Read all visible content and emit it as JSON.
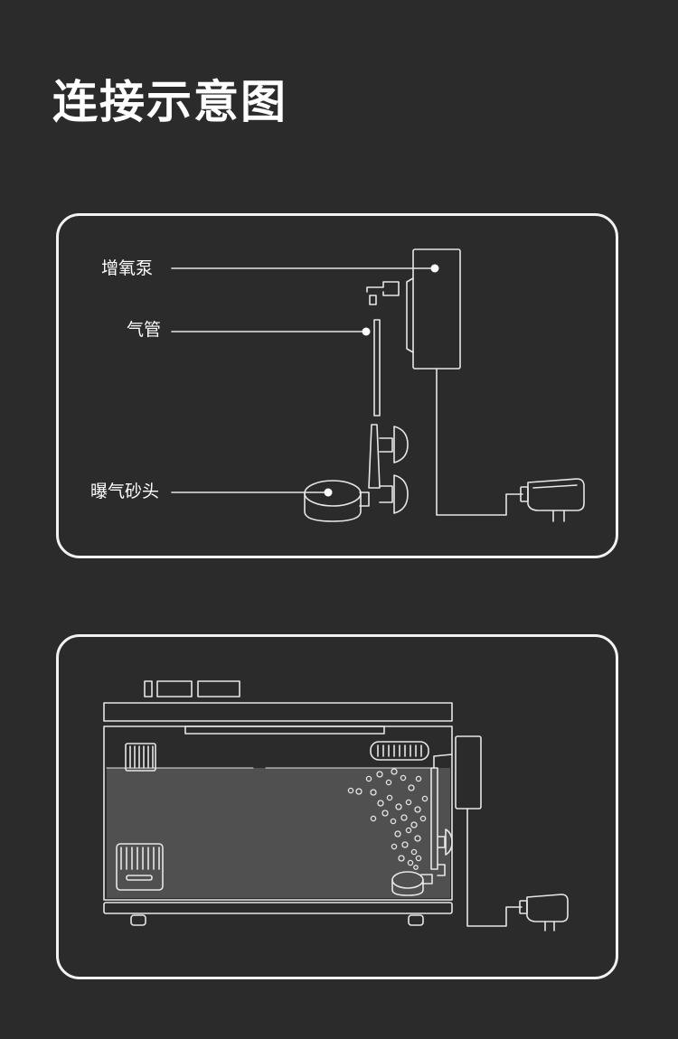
{
  "page": {
    "title": "连接示意图"
  },
  "connection_diagram": {
    "labels": {
      "pump": "增氧泵",
      "tube": "气管",
      "air_stone": "曝气砂头"
    }
  },
  "colors": {
    "background": "#2b2b2b",
    "line": "#e6e6e6",
    "water": "#505050"
  }
}
